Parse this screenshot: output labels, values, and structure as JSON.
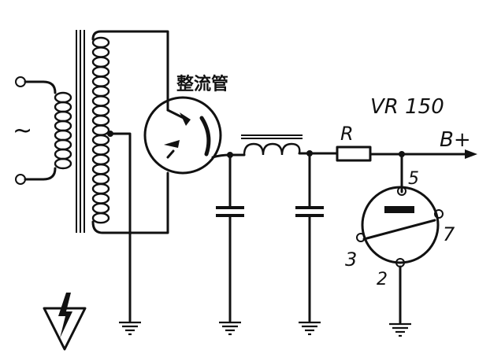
{
  "labels": {
    "ac_source": "~",
    "rectifier_tube": "整流管",
    "regulator_tube": "VR 150",
    "resistor": "R",
    "output": "B+",
    "pin_5": "5",
    "pin_7": "7",
    "pin_3": "3",
    "pin_2": "2"
  }
}
